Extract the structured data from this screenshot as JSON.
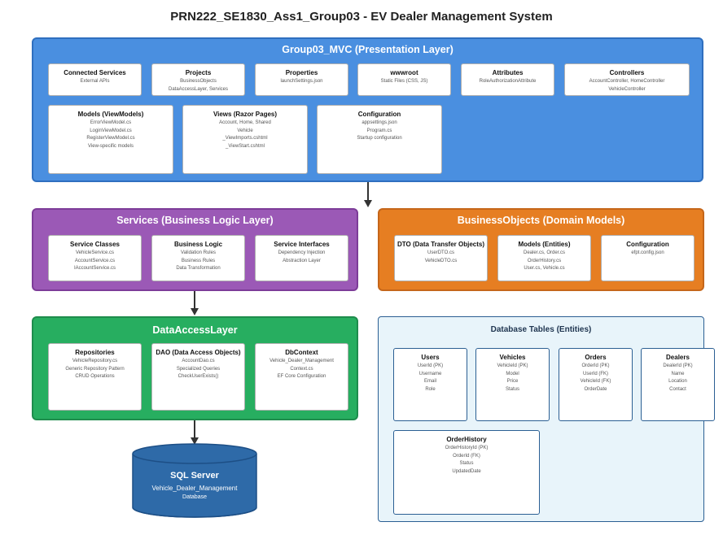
{
  "title": "PRN222_SE1830_Ass1_Group03 - EV Dealer Management System",
  "colors": {
    "presentation": "#4a8fe0",
    "services": "#9b59b6",
    "business_objects": "#e67e22",
    "data_access": "#27ae60",
    "database_tables_bg": "#e8f4fa",
    "sql_server": "#2e6aa8"
  },
  "presentation": {
    "title": "Group03_MVC (Presentation Layer)",
    "cards": [
      {
        "title": "Connected Services",
        "lines": [
          "External APIs"
        ]
      },
      {
        "title": "Projects",
        "lines": [
          "BusinessObjects",
          "DataAccessLayer, Services"
        ]
      },
      {
        "title": "Properties",
        "lines": [
          "launchSettings.json"
        ]
      },
      {
        "title": "wwwroot",
        "lines": [
          "Static Files (CSS, JS)"
        ]
      },
      {
        "title": "Attributes",
        "lines": [
          "RoleAuthorizationAttribute"
        ]
      },
      {
        "title": "Controllers",
        "lines": [
          "AccountController, HomeController",
          "VehicleController"
        ]
      },
      {
        "title": "Models (ViewModels)",
        "lines": [
          "ErrorViewModel.cs",
          "LoginViewModel.cs",
          "RegisterViewModel.cs",
          "View-specific models"
        ]
      },
      {
        "title": "Views (Razor Pages)",
        "lines": [
          "Account, Home, Shared",
          "Vehicle",
          "_ViewImports.cshtml",
          "_ViewStart.cshtml"
        ]
      },
      {
        "title": "Configuration",
        "lines": [
          "appsettings.json",
          "Program.cs",
          "Startup configuration"
        ]
      }
    ]
  },
  "services": {
    "title": "Services (Business Logic Layer)",
    "cards": [
      {
        "title": "Service Classes",
        "lines": [
          "VehicleService.cs",
          "AccountService.cs",
          "IAccountService.cs"
        ]
      },
      {
        "title": "Business Logic",
        "lines": [
          "Validation Rules",
          "Business Rules",
          "Data Transformation"
        ]
      },
      {
        "title": "Service Interfaces",
        "lines": [
          "Dependency Injection",
          "Abstraction Layer"
        ]
      }
    ]
  },
  "business_objects": {
    "title": "BusinessObjects (Domain Models)",
    "cards": [
      {
        "title": "DTO (Data Transfer Objects)",
        "lines": [
          "UserDTO.cs",
          "VehicleDTO.cs"
        ]
      },
      {
        "title": "Models (Entities)",
        "lines": [
          "Dealer.cs, Order.cs",
          "OrderHistory.cs",
          "User.cs, Vehicle.cs"
        ]
      },
      {
        "title": "Configuration",
        "lines": [
          "efpt.config.json"
        ]
      }
    ]
  },
  "data_access": {
    "title": "DataAccessLayer",
    "cards": [
      {
        "title": "Repositories",
        "lines": [
          "VehicleRepository.cs",
          "Generic Repository Pattern",
          "CRUD Operations"
        ]
      },
      {
        "title": "DAO (Data Access Objects)",
        "lines": [
          "AccountDao.cs",
          "Specialized Queries",
          "CheckUserExists()"
        ]
      },
      {
        "title": "DbContext",
        "lines": [
          "Vehicle_Dealer_Management",
          "Context.cs",
          "EF Core Configuration"
        ]
      }
    ]
  },
  "database_tables": {
    "title": "Database Tables (Entities)",
    "tables": [
      {
        "title": "Users",
        "lines": [
          "UserId (PK)",
          "Username",
          "Email",
          "Role"
        ]
      },
      {
        "title": "Vehicles",
        "lines": [
          "VehicleId (PK)",
          "Model",
          "Price",
          "Status"
        ]
      },
      {
        "title": "Orders",
        "lines": [
          "OrderId (PK)",
          "UserId (FK)",
          "VehicleId (FK)",
          "OrderDate"
        ]
      },
      {
        "title": "Dealers",
        "lines": [
          "DealerId (PK)",
          "Name",
          "Location",
          "Contact"
        ]
      },
      {
        "title": "OrderHistory",
        "lines": [
          "OrderHistoryId (PK)",
          "OrderId (FK)",
          "Status",
          "UpdatedDate"
        ]
      }
    ]
  },
  "sql_server": {
    "title": "SQL Server",
    "name": "Vehicle_Dealer_Management",
    "subtitle": "Database"
  }
}
